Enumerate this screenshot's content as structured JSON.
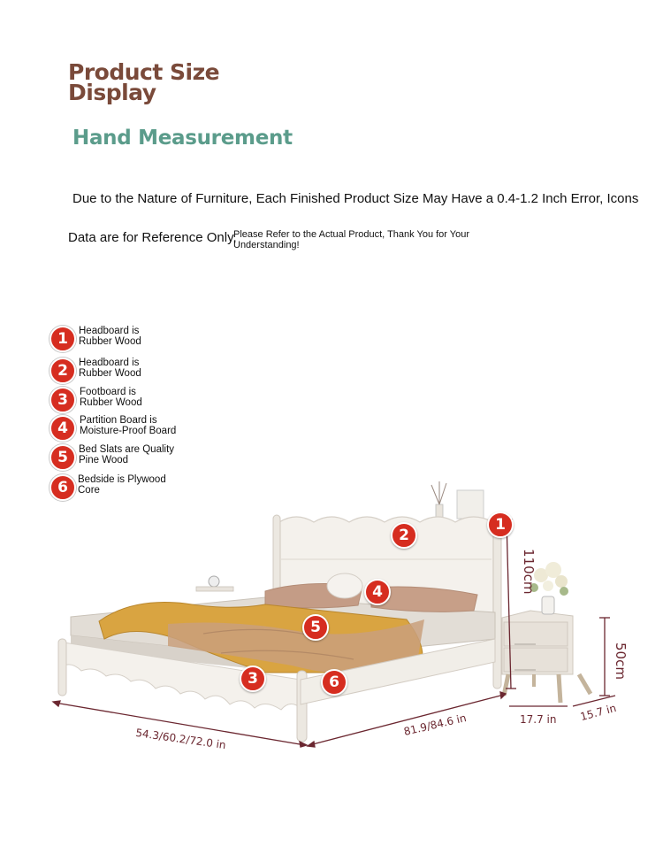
{
  "header": {
    "title_line1": "Product Size",
    "title_line2": "Display",
    "subtitle": "Hand Measurement",
    "note_line1": "Due to the Nature of Furniture, Each Finished Product Size May Have a 0.4-1.2 Inch Error, Icons",
    "note_line2": "Data are for Reference Only,",
    "note_line2_small": "Please Refer to the Actual Product, Thank You for Your Understanding!"
  },
  "legend": [
    {
      "num": "1",
      "line1": "Headboard is",
      "line2": "Rubber Wood"
    },
    {
      "num": "2",
      "line1": "Headboard is",
      "line2": "Rubber Wood"
    },
    {
      "num": "3",
      "line1": "Footboard is",
      "line2": "Rubber Wood"
    },
    {
      "num": "4",
      "line1": "Partition Board is",
      "line2": "Moisture-Proof Board"
    },
    {
      "num": "5",
      "line1": "Bed Slats are Quality",
      "line2": "Pine Wood"
    },
    {
      "num": "6",
      "line1": "Bedside is Plywood",
      "line2": "Core"
    }
  ],
  "markers": [
    "1",
    "2",
    "3",
    "4",
    "5",
    "6"
  ],
  "dimensions": {
    "bed_width": "54.3/60.2/72.0 in",
    "bed_length": "81.9/84.6 in",
    "headboard_height": "110cm",
    "nightstand_height": "50cm",
    "nightstand_width": "17.7 in",
    "nightstand_depth": "15.7 in"
  },
  "colors": {
    "title": "#7a4a3a",
    "subtitle": "#5b9c8b",
    "badge": "#d62d20",
    "dimension_line": "#6b2730",
    "blanket": "#d9a441",
    "bed_frame": "#f2efea"
  }
}
